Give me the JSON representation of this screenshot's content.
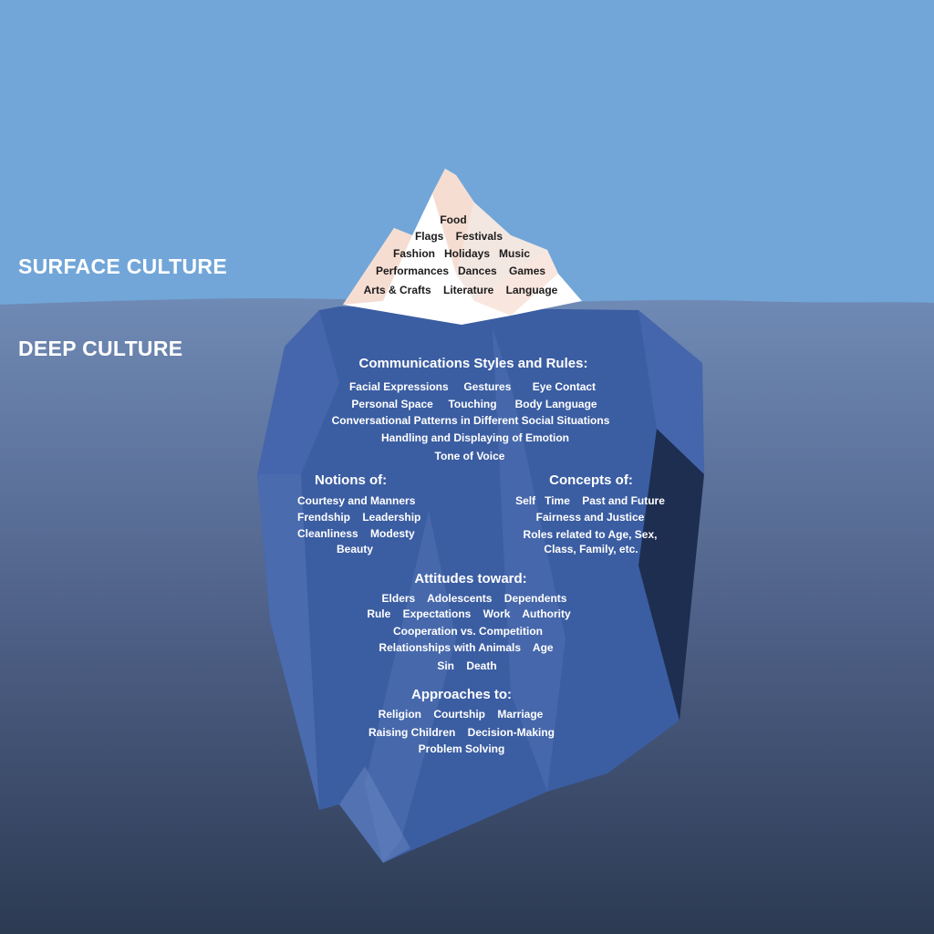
{
  "labels": {
    "surface": "SURFACE CULTURE",
    "deep": "DEEP CULTURE"
  },
  "tip": {
    "lines": [
      "Food",
      "Flags    Festivals",
      "Fashion   Holidays   Music",
      "Performances   Dances    Games",
      "Arts & Crafts    Literature    Language"
    ]
  },
  "communication": {
    "title": "Communications Styles and Rules:",
    "lines": [
      "Facial Expressions     Gestures       Eye Contact",
      "Personal Space     Touching      Body Language",
      "Conversational Patterns in Different Social Situations",
      "Handling and Displaying of Emotion",
      "Tone of Voice"
    ]
  },
  "notions": {
    "title": "Notions of:",
    "lines": [
      "Courtesy and Manners",
      "Frendship    Leadership",
      "Cleanliness    Modesty",
      "Beauty"
    ]
  },
  "concepts": {
    "title": "Concepts of:",
    "lines": [
      "Self   Time    Past and Future",
      "Fairness and Justice",
      "Roles related to Age, Sex,",
      "Class, Family, etc."
    ]
  },
  "attitudes": {
    "title": "Attitudes toward:",
    "lines": [
      "Elders    Adolescents    Dependents",
      "Rule    Expectations    Work    Authority",
      "Cooperation vs. Competition",
      "Relationships with Animals    Age",
      "Sin    Death"
    ]
  },
  "approaches": {
    "title": "Approaches to:",
    "lines": [
      "Religion    Courtship    Marriage",
      "Raising Children    Decision-Making",
      "Problem Solving"
    ]
  },
  "colors": {
    "sky": "#72a6d8",
    "water_top": "#6f8ab5",
    "water_bottom": "#2c3a52",
    "ice_underwater": "#3b5da2",
    "ice_tip": "#ffffff",
    "ice_tip_shade": "#f6ddd2"
  }
}
